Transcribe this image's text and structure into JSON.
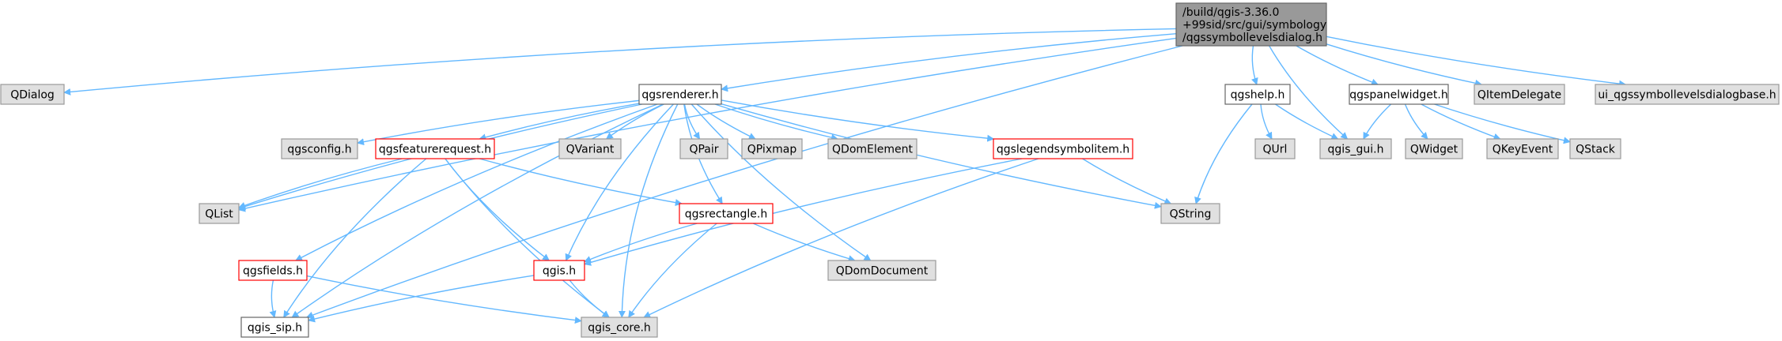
{
  "colors": {
    "edge": "#63b8ff",
    "root_fill": "#999999",
    "root_border": "#666666",
    "plain_fill": "#ffffff",
    "plain_border": "#666666",
    "external_fill": "#e0e0e0",
    "external_border": "#999999",
    "highlight_border": "#ff0000"
  },
  "nodes": [
    {
      "id": "root",
      "lines": [
        "/build/qgis-3.36.0",
        "+99sid/src/gui/symbology",
        "/qgssymbollevelsdialog.h"
      ],
      "kind": "root"
    },
    {
      "id": "qdialog",
      "lines": [
        "QDialog"
      ],
      "kind": "external"
    },
    {
      "id": "qgis_sip",
      "lines": [
        "qgis_sip.h"
      ],
      "kind": "plain"
    },
    {
      "id": "qgsrenderer",
      "lines": [
        "qgsrenderer.h"
      ],
      "kind": "plain"
    },
    {
      "id": "qgshelp",
      "lines": [
        "qgshelp.h"
      ],
      "kind": "plain"
    },
    {
      "id": "qgis_gui",
      "lines": [
        "qgis_gui.h"
      ],
      "kind": "external"
    },
    {
      "id": "qgspanelwidget",
      "lines": [
        "qgspanelwidget.h"
      ],
      "kind": "plain"
    },
    {
      "id": "qitemdelegate",
      "lines": [
        "QItemDelegate"
      ],
      "kind": "external"
    },
    {
      "id": "ui_dialogbase",
      "lines": [
        "ui_qgssymbollevelsdialogbase.h"
      ],
      "kind": "external"
    },
    {
      "id": "qgsconfig",
      "lines": [
        "qgsconfig.h"
      ],
      "kind": "external"
    },
    {
      "id": "qgsfeaturerequest",
      "lines": [
        "qgsfeaturerequest.h"
      ],
      "kind": "highlight"
    },
    {
      "id": "qvariant",
      "lines": [
        "QVariant"
      ],
      "kind": "external"
    },
    {
      "id": "qpair",
      "lines": [
        "QPair"
      ],
      "kind": "external"
    },
    {
      "id": "qpixmap",
      "lines": [
        "QPixmap"
      ],
      "kind": "external"
    },
    {
      "id": "qdomelement",
      "lines": [
        "QDomElement"
      ],
      "kind": "external"
    },
    {
      "id": "qgslegendsymbolitem",
      "lines": [
        "qgslegendsymbolitem.h"
      ],
      "kind": "highlight"
    },
    {
      "id": "qurl",
      "lines": [
        "QUrl"
      ],
      "kind": "external"
    },
    {
      "id": "qwidget",
      "lines": [
        "QWidget"
      ],
      "kind": "external"
    },
    {
      "id": "qkeyevent",
      "lines": [
        "QKeyEvent"
      ],
      "kind": "external"
    },
    {
      "id": "qstack",
      "lines": [
        "QStack"
      ],
      "kind": "external"
    },
    {
      "id": "qlist",
      "lines": [
        "QList"
      ],
      "kind": "external"
    },
    {
      "id": "qgsrectangle",
      "lines": [
        "qgsrectangle.h"
      ],
      "kind": "highlight"
    },
    {
      "id": "qstring",
      "lines": [
        "QString"
      ],
      "kind": "external"
    },
    {
      "id": "qgsfields",
      "lines": [
        "qgsfields.h"
      ],
      "kind": "highlight"
    },
    {
      "id": "qgis_h",
      "lines": [
        "qgis.h"
      ],
      "kind": "highlight"
    },
    {
      "id": "qdomdocument",
      "lines": [
        "QDomDocument"
      ],
      "kind": "external"
    },
    {
      "id": "qgis_core",
      "lines": [
        "qgis_core.h"
      ],
      "kind": "external"
    }
  ],
  "edges": [
    [
      "root",
      "qdialog"
    ],
    [
      "root",
      "qgis_sip"
    ],
    [
      "root",
      "qgsrenderer"
    ],
    [
      "root",
      "qgshelp"
    ],
    [
      "root",
      "qgis_gui"
    ],
    [
      "root",
      "qgspanelwidget"
    ],
    [
      "root",
      "qitemdelegate"
    ],
    [
      "root",
      "ui_dialogbase"
    ],
    [
      "root",
      "qlist"
    ],
    [
      "qgsrenderer",
      "qgsconfig"
    ],
    [
      "qgsrenderer",
      "qgsfeaturerequest"
    ],
    [
      "qgsrenderer",
      "qvariant"
    ],
    [
      "qgsrenderer",
      "qpair"
    ],
    [
      "qgsrenderer",
      "qpixmap"
    ],
    [
      "qgsrenderer",
      "qdomelement"
    ],
    [
      "qgsrenderer",
      "qgslegendsymbolitem"
    ],
    [
      "qgsrenderer",
      "qstring"
    ],
    [
      "qgsrenderer",
      "qlist"
    ],
    [
      "qgsrenderer",
      "qgis_sip"
    ],
    [
      "qgsrenderer",
      "qgsfields"
    ],
    [
      "qgsrenderer",
      "qgis_h"
    ],
    [
      "qgsrenderer",
      "qgis_core"
    ],
    [
      "qgsrenderer",
      "qgsrectangle"
    ],
    [
      "qgsrenderer",
      "qdomdocument"
    ],
    [
      "qgsfeaturerequest",
      "qlist"
    ],
    [
      "qgsfeaturerequest",
      "qgsrectangle"
    ],
    [
      "qgsfeaturerequest",
      "qgis_h"
    ],
    [
      "qgsfeaturerequest",
      "qgis_sip"
    ],
    [
      "qgsfeaturerequest",
      "qgis_core"
    ],
    [
      "qgslegendsymbolitem",
      "qgis_h"
    ],
    [
      "qgslegendsymbolitem",
      "qstring"
    ],
    [
      "qgslegendsymbolitem",
      "qgis_core"
    ],
    [
      "qgsrectangle",
      "qgis_h"
    ],
    [
      "qgsrectangle",
      "qdomdocument"
    ],
    [
      "qgsrectangle",
      "qgis_core"
    ],
    [
      "qgsfields",
      "qgis_sip"
    ],
    [
      "qgsfields",
      "qgis_core"
    ],
    [
      "qgis_h",
      "qgis_sip"
    ],
    [
      "qgis_h",
      "qgis_core"
    ],
    [
      "qgshelp",
      "qurl"
    ],
    [
      "qgshelp",
      "qgis_gui"
    ],
    [
      "qgshelp",
      "qstring"
    ],
    [
      "qgspanelwidget",
      "qgis_gui"
    ],
    [
      "qgspanelwidget",
      "qwidget"
    ],
    [
      "qgspanelwidget",
      "qkeyevent"
    ],
    [
      "qgspanelwidget",
      "qstack"
    ]
  ]
}
